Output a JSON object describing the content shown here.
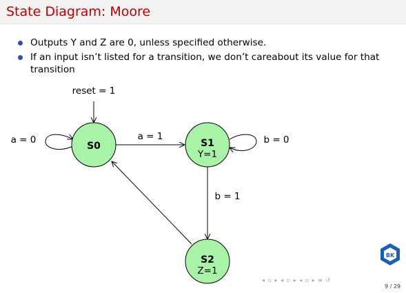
{
  "slide": {
    "title": "State Diagram: Moore",
    "bullets": [
      "Outputs Y and Z are 0, unless specified otherwise.",
      "If an input isn’t listed for a transition, we don’t careabout its value for that transition"
    ],
    "page_number": "9 / 29",
    "logo_text": "BK"
  },
  "diagram": {
    "states": [
      {
        "name": "S0",
        "output": ""
      },
      {
        "name": "S1",
        "output": "Y=1"
      },
      {
        "name": "S2",
        "output": "Z=1"
      }
    ],
    "transitions": [
      {
        "label": "reset = 1",
        "from": "",
        "to": "S0"
      },
      {
        "label": "a = 0",
        "from": "S0",
        "to": "S0"
      },
      {
        "label": "a = 1",
        "from": "S0",
        "to": "S1"
      },
      {
        "label": "b = 0",
        "from": "S1",
        "to": "S1"
      },
      {
        "label": "b = 1",
        "from": "S1",
        "to": "S2"
      },
      {
        "label": "",
        "from": "S2",
        "to": "S0"
      }
    ],
    "colors": {
      "state_fill": "#a9f3a9",
      "title": "#c00000",
      "bullet": "#2b4fb5"
    }
  }
}
